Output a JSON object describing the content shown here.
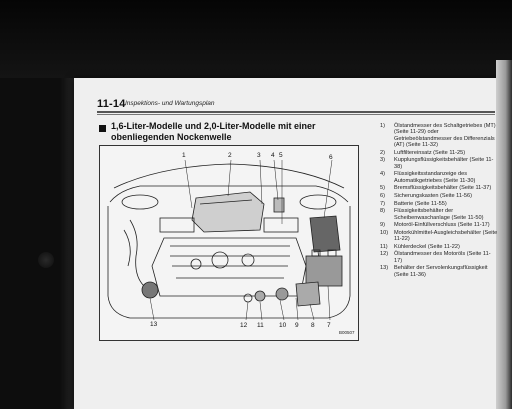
{
  "header": {
    "page_number": "11-14",
    "section": "Inspektions- und Wartungsplan"
  },
  "section": {
    "title": "1,6-Liter-Modelle und 2,0-Liter-Modelle mit einer obenliegenden Nockenwelle"
  },
  "figure": {
    "code": "B00507",
    "callouts_top": [
      "1",
      "2",
      "3",
      "4",
      "5",
      "6"
    ],
    "callouts_bottom": [
      "13",
      "12",
      "11",
      "10",
      "9",
      "8",
      "7"
    ]
  },
  "legend": [
    {
      "num": "1)",
      "text": "Ölstandmesser des Schaltgetriebes (MT) (Seite 11-29) oder Getriebeölstandmesser des Differenzials (AT) (Seite 11-32)"
    },
    {
      "num": "2)",
      "text": "Luftfiltereinsatz (Seite 11-25)"
    },
    {
      "num": "3)",
      "text": "Kupplungsflüssigkeitsbehälter (Seite 11-38)"
    },
    {
      "num": "4)",
      "text": "Flüssigkeitsstandanzeige des Automatikgetriebes (Seite 11-30)"
    },
    {
      "num": "5)",
      "text": "Bremsflüssigkeitsbehälter (Seite 11-37)"
    },
    {
      "num": "6)",
      "text": "Sicherungskasten (Seite 11-56)"
    },
    {
      "num": "7)",
      "text": "Batterie (Seite 11-55)"
    },
    {
      "num": "8)",
      "text": "Flüssigkeitsbehälter der Scheibenwaschanlage (Seite 11-50)"
    },
    {
      "num": "9)",
      "text": "Motoröl-Einfüllverschluss (Seite 11-17)"
    },
    {
      "num": "10)",
      "text": "Motorkühlmittel-Ausgleichsbehälter (Seite 11-22)"
    },
    {
      "num": "11)",
      "text": "Kühlerdeckel (Seite 11-22)"
    },
    {
      "num": "12)",
      "text": "Ölstandmesser des Motoröls (Seite 11-17)"
    },
    {
      "num": "13)",
      "text": "Behälter der Servolenkungsflüssigkeit (Seite 11-36)"
    }
  ],
  "footer": {
    "line1": "",
    "line2": ""
  }
}
